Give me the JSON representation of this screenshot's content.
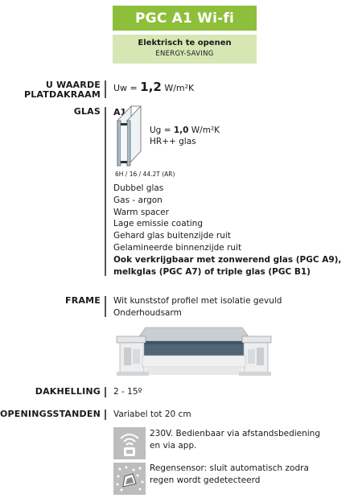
{
  "header": {
    "title": "PGC A1 Wi-fi",
    "subtitle": "Elektrisch te openen",
    "tagline": "ENERGY-SAVING"
  },
  "u_value": {
    "label_line1": "U WAARDE",
    "label_line2": "PLATDAKRAAM",
    "prefix": "Uw =",
    "value": "1,2",
    "unit": "W/m²K"
  },
  "glass": {
    "label": "GLAS",
    "type_code": "A1",
    "ug_prefix": "Ug =",
    "ug_value": "1,0",
    "ug_unit": "W/m²K",
    "ug_type": "HR++ glas",
    "spec": "6H / 16 / 44.2T (AR)",
    "features": [
      "Dubbel glas",
      "Gas - argon",
      "Warm spacer",
      "Lage emissie coating",
      "Gehard glas buitenzijde ruit",
      "Gelamineerde binnenzijde ruit"
    ],
    "note_line1": "Ook verkrijgbaar met zonwerend glas (PGC A9),",
    "note_line2": "melkglas (PGC A7) of triple glas (PGC B1)"
  },
  "frame": {
    "label": "FRAME",
    "line1": "Wit kunststof profiel met isolatie gevuld",
    "line2": "Onderhoudsarm"
  },
  "slope": {
    "label": "DAKHELLING",
    "value": "2 - 15º"
  },
  "opening": {
    "label": "OPENINGSSTANDEN",
    "value": "Variabel tot 20 cm",
    "feature1_line1": "230V. Bedienbaar via afstandsbediening",
    "feature1_line2": "en via app.",
    "feature2_line1": "Regensensor: sluit automatisch zodra",
    "feature2_line2": "regen wordt gedetecteerd"
  },
  "colors": {
    "brand_green": "#8dbf3a",
    "light_green": "#d6e7b4"
  }
}
